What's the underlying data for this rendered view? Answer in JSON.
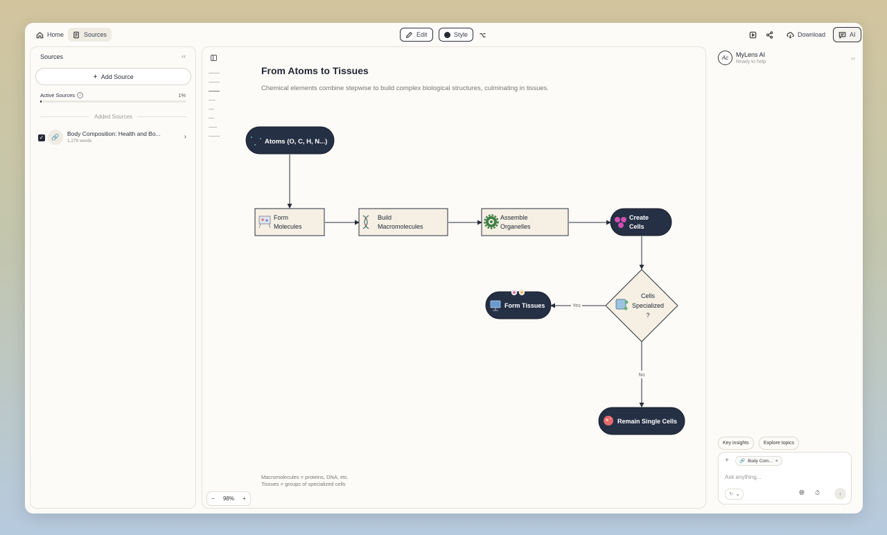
{
  "topbar": {
    "home_label": "Home",
    "sources_label": "Sources",
    "edit_label": "Edit",
    "style_label": "Style",
    "download_label": "Download",
    "ai_label": "AI"
  },
  "left_panel": {
    "title": "Sources",
    "add_source_label": "Add Source",
    "active_sources_label": "Active Sources",
    "active_sources_pct": "1%",
    "active_sources_fraction": 0.01,
    "added_sources_label": "Added Sources",
    "sources": [
      {
        "name": "Body Composition: Health and Bo...",
        "words": "1,279 words",
        "checked": true
      }
    ]
  },
  "document": {
    "title": "From Atoms to Tissues",
    "subtitle": "Chemical elements combine stepwise to build complex biological structures, culminating in tissues.",
    "notes": [
      "Macromolecules = proteins, DNA, etc.",
      "Tissues = groups of specialized cells"
    ],
    "zoom": "98%"
  },
  "flowchart": {
    "nodes": {
      "atoms": "Atoms (O, C, H, N...)",
      "form_molecules": [
        "Form",
        "Molecules"
      ],
      "build_macro": [
        "Build",
        "Macromolecules"
      ],
      "assemble": [
        "Assemble",
        "Organelles"
      ],
      "create_cells": [
        "Create",
        "Cells"
      ],
      "decision": [
        "Cells",
        "Specialized",
        "?"
      ],
      "form_tissues": "Form Tissues",
      "remain_single": "Remain Single Cells"
    },
    "edge_labels": {
      "yes": "Yes",
      "no": "No"
    },
    "colors": {
      "dark": "#253045",
      "light": "#f5efe4",
      "accent_pink": "#d14fb4",
      "accent_red": "#e56a6a"
    }
  },
  "ai_panel": {
    "name": "MyLens AI",
    "status": "Ready to help",
    "chips": [
      "Key insights",
      "Explore topics"
    ],
    "attached_source": "Body Com...",
    "input_placeholder": "Ask anything..."
  }
}
